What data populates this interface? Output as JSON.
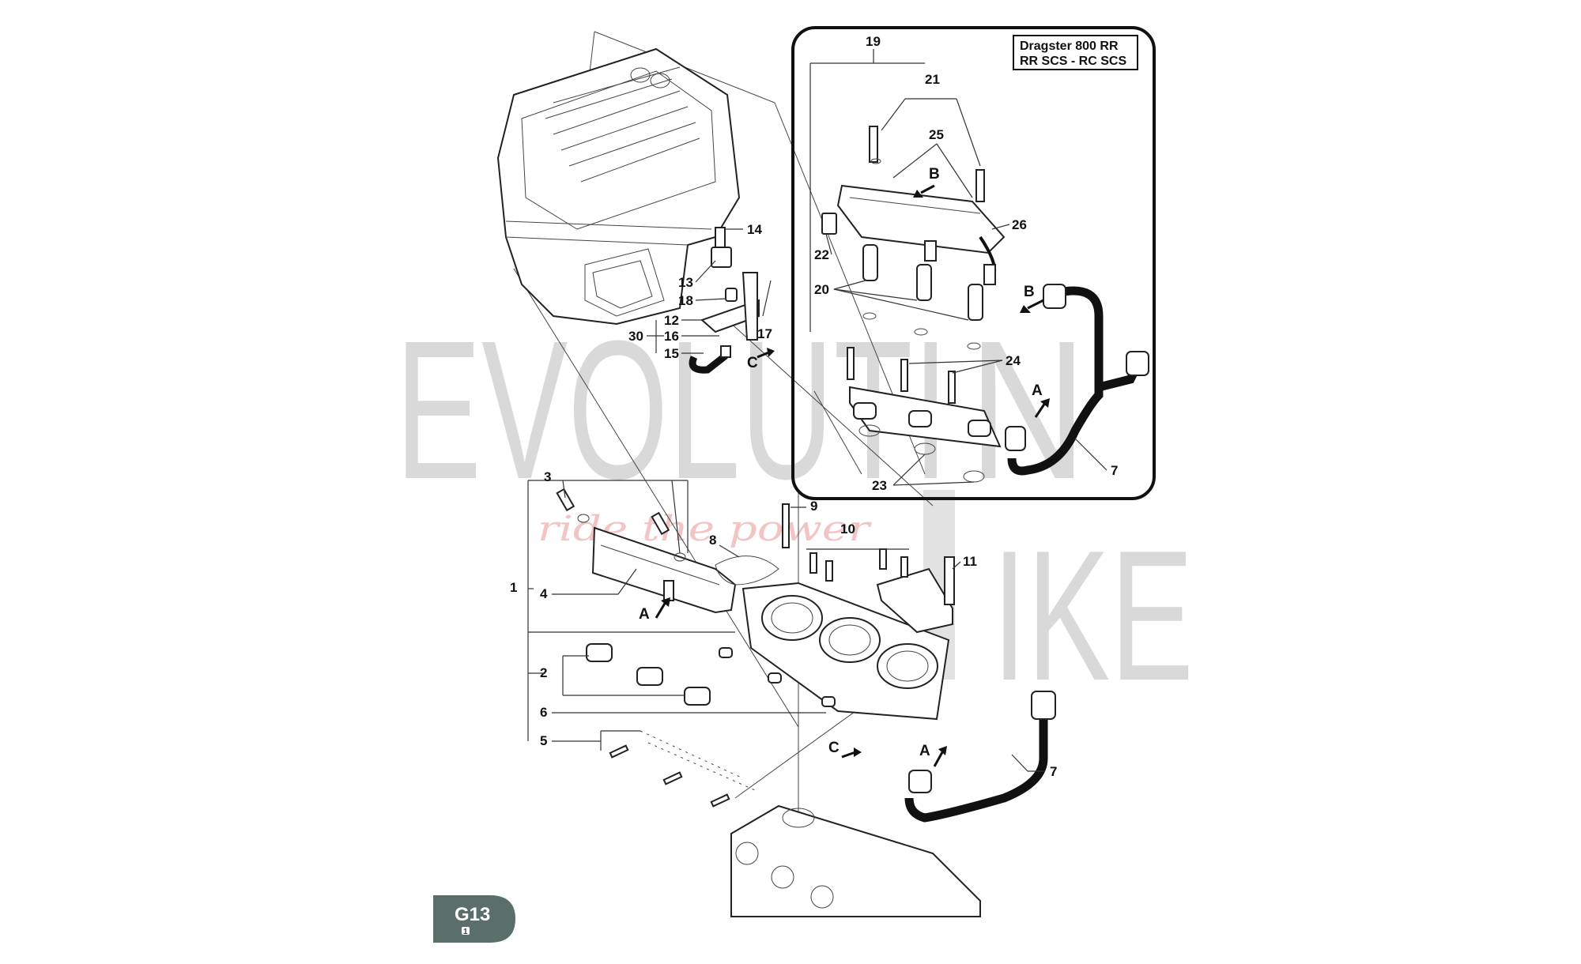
{
  "watermark": {
    "brand_left": "EVOLUTI",
    "brand_mid": "N",
    "brand_right": "IKE",
    "tagline": "ride the power"
  },
  "variant_box": {
    "line1": "Dragster 800 RR",
    "line2": "RR SCS - RC SCS"
  },
  "page_badge": {
    "code": "G13",
    "sub": "1"
  },
  "callouts": [
    "1",
    "2",
    "3",
    "4",
    "5",
    "6",
    "7",
    "8",
    "9",
    "10",
    "11",
    "12",
    "13",
    "14",
    "15",
    "16",
    "17",
    "18",
    "19",
    "20",
    "21",
    "22",
    "23",
    "24",
    "25",
    "26",
    "30"
  ],
  "arrow_labels": {
    "a": "A",
    "b": "B",
    "c": "C"
  }
}
